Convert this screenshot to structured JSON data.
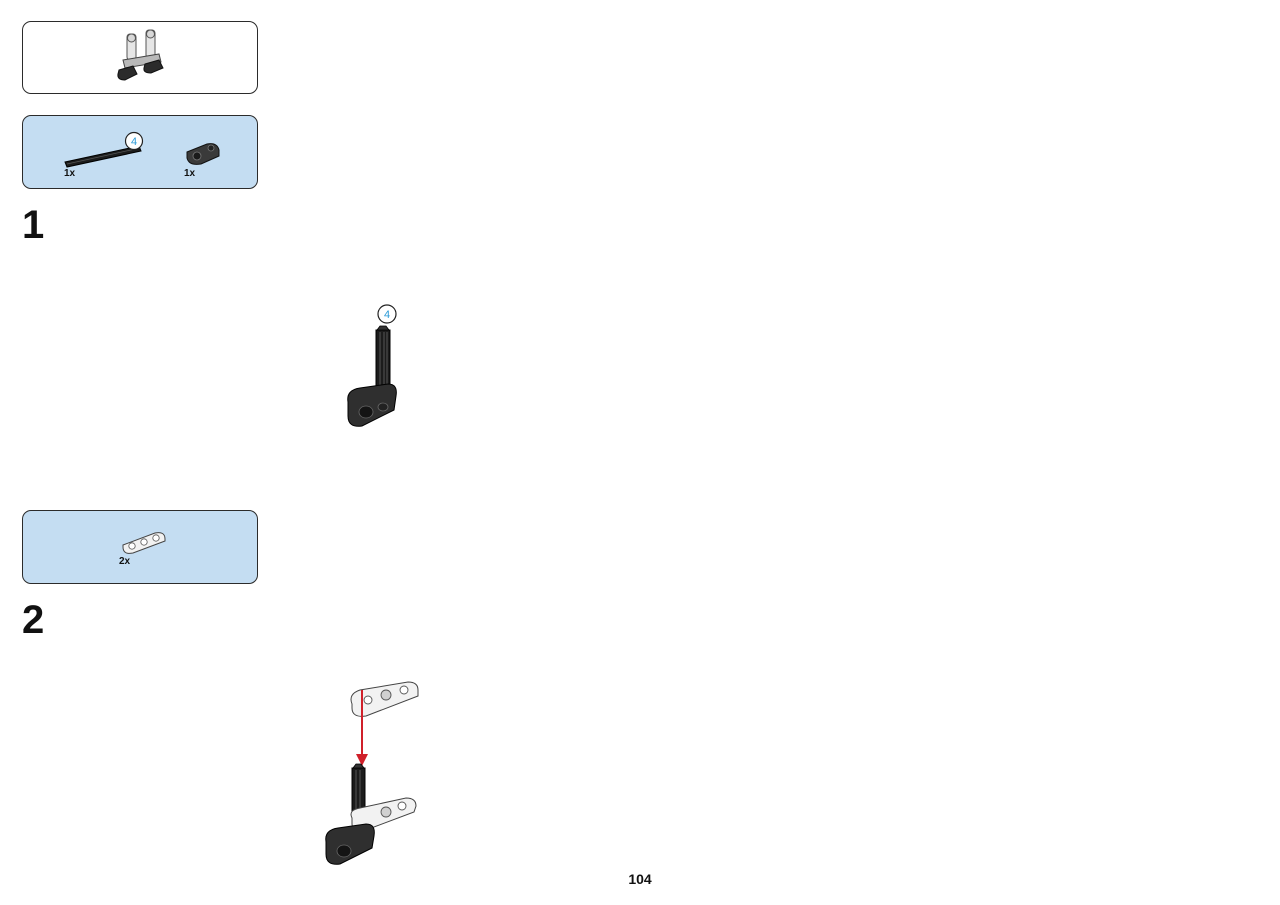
{
  "steps": [
    {
      "number": "1",
      "parts": [
        {
          "name": "axle",
          "length_badge": "4",
          "quantity": "1x"
        },
        {
          "name": "axle-pin-connector",
          "quantity": "1x"
        }
      ],
      "assembly_length_badge": "4"
    },
    {
      "number": "2",
      "parts": [
        {
          "name": "beam-3",
          "quantity": "2x"
        }
      ]
    }
  ],
  "page_number": "104",
  "colors": {
    "parts_box": "#c4ddf2",
    "axle_black": "#1c1c1c",
    "connector_dark": "#3a3a3a",
    "beam_white": "#f2f2f2",
    "arrow_red": "#d0202a",
    "badge_blue": "#2a9ad8"
  }
}
